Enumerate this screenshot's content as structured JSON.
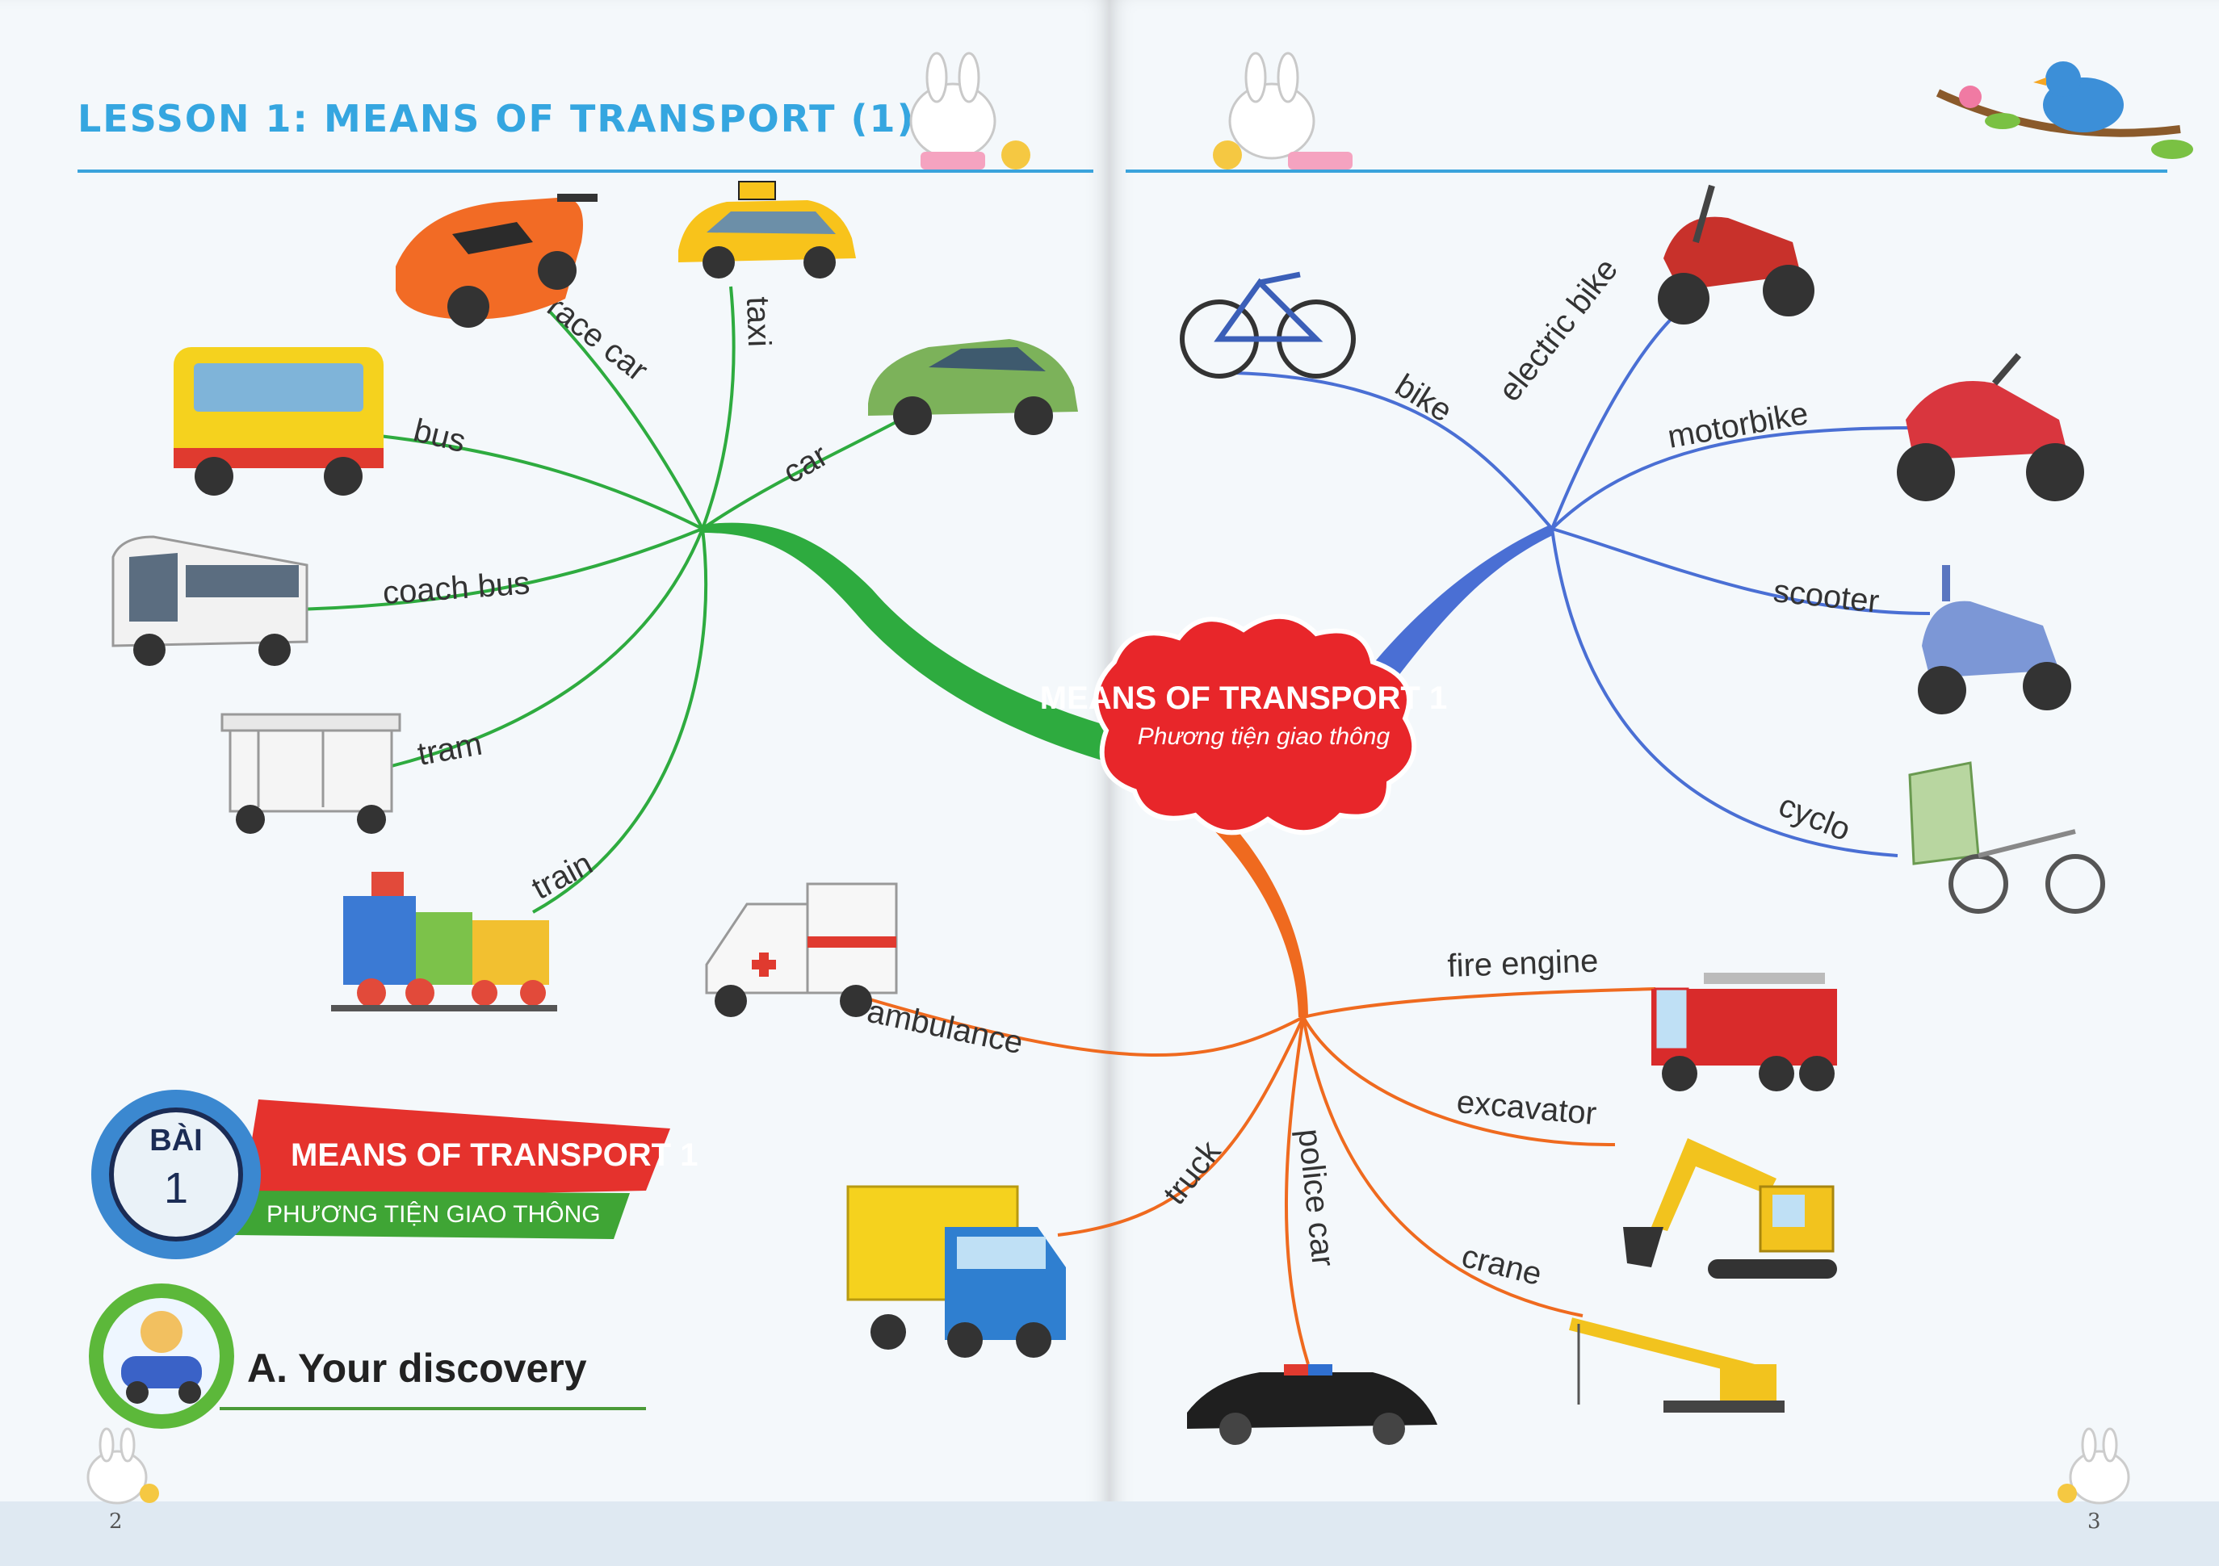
{
  "lesson_title": "LESSON 1: MEANS OF TRANSPORT (1)",
  "center": {
    "title": "MEANS OF TRANSPORT 1",
    "subtitle": "Phương tiện giao thông"
  },
  "branches": {
    "green": [
      "race car",
      "taxi",
      "bus",
      "car",
      "coach bus",
      "tram",
      "train"
    ],
    "blue": [
      "bike",
      "electric bike",
      "motorbike",
      "scooter",
      "cyclo"
    ],
    "orange": [
      "ambulance",
      "fire engine",
      "excavator",
      "truck",
      "police car",
      "crane"
    ]
  },
  "badge": {
    "bai": "BÀI",
    "number": "1",
    "title": "MEANS OF TRANSPORT 1",
    "subtitle": "PHƯƠNG TIỆN GIAO THÔNG"
  },
  "section_heading": "A. Your discovery",
  "page_numbers": {
    "left": "2",
    "right": "3"
  },
  "colors": {
    "green_branch": "#2eab3f",
    "blue_branch": "#4a6fd4",
    "orange_branch": "#ef6a1f",
    "center_cloud": "#e8262a",
    "title_blue": "#35a6e0"
  },
  "vehicle_icons": [
    "race-car-icon",
    "taxi-icon",
    "bus-icon",
    "car-icon",
    "coach-bus-icon",
    "tram-icon",
    "train-icon",
    "ambulance-icon",
    "truck-icon",
    "police-car-icon",
    "bike-icon",
    "electric-bike-icon",
    "motorbike-icon",
    "scooter-icon",
    "cyclo-icon",
    "fire-engine-icon",
    "excavator-icon",
    "crane-icon"
  ]
}
